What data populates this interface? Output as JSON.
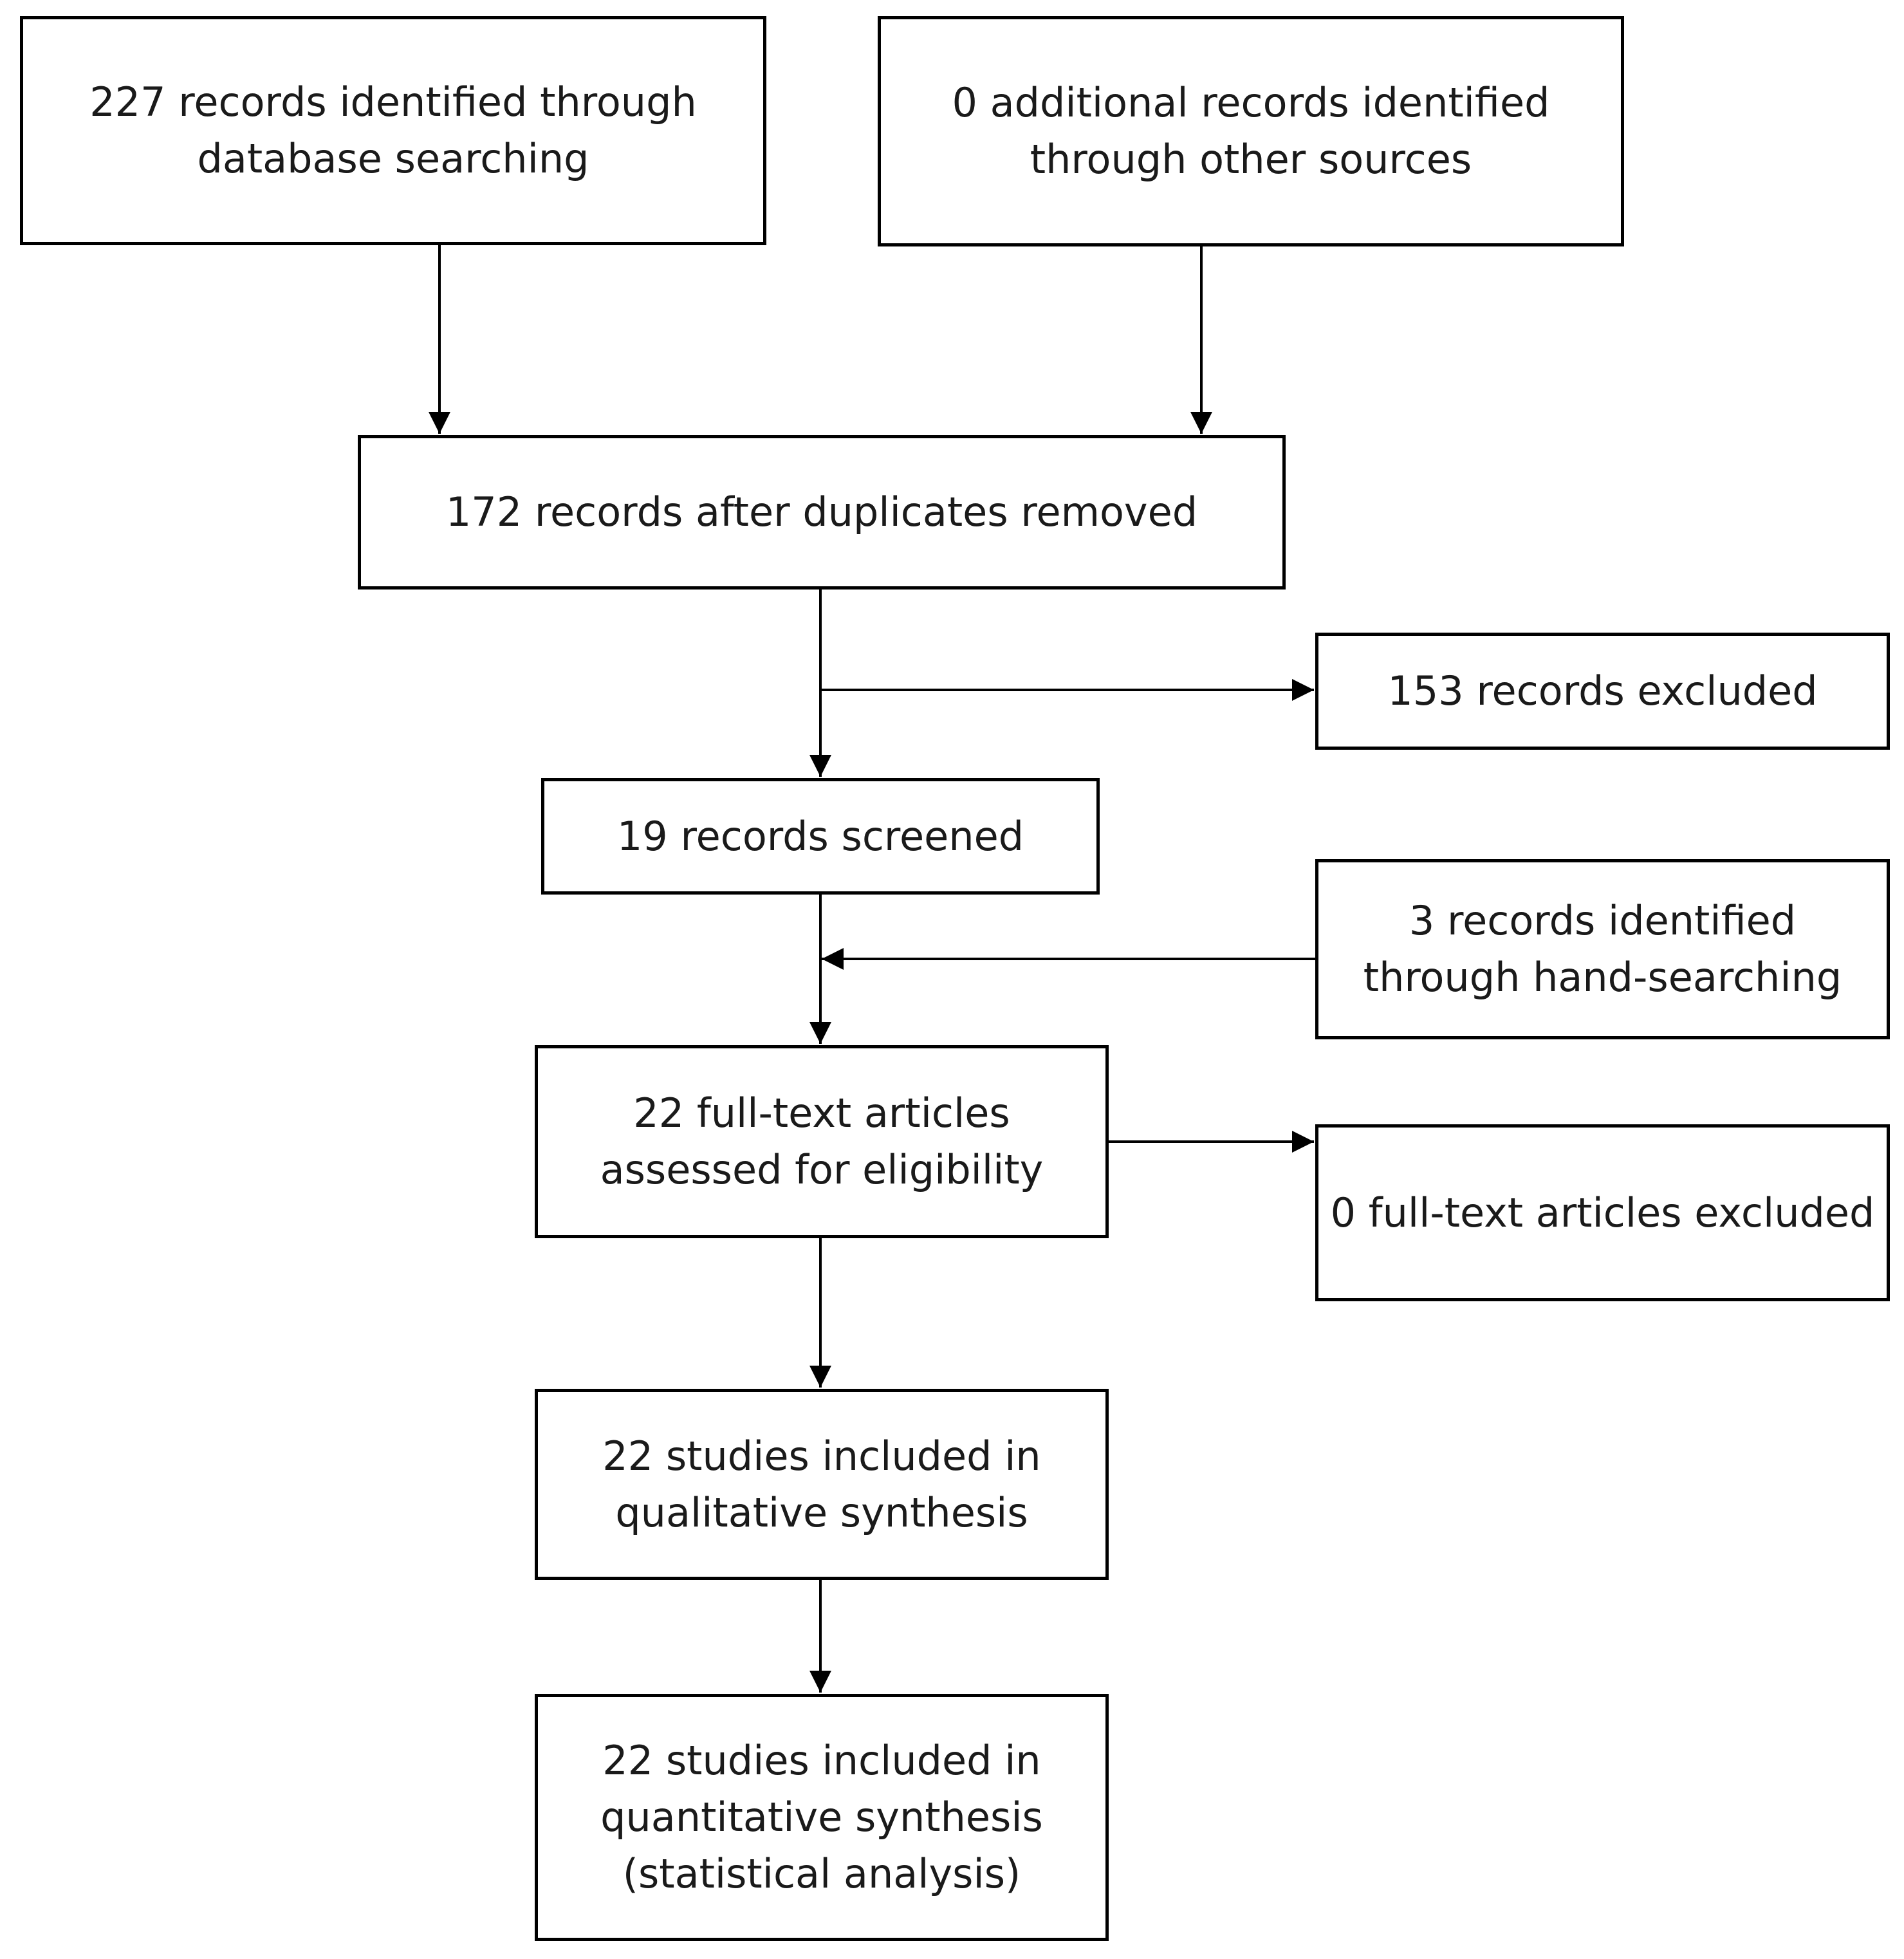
{
  "diagram": {
    "boxes": {
      "identified_db": {
        "lines": [
          "227 records identified through",
          "database searching"
        ]
      },
      "identified_other": {
        "lines": [
          "0  additional records identified",
          "through other sources"
        ]
      },
      "after_duplicates": {
        "lines": [
          "172 records after duplicates removed"
        ]
      },
      "records_excluded": {
        "lines": [
          "153 records excluded"
        ]
      },
      "records_screened": {
        "lines": [
          "19  records screened"
        ]
      },
      "hand_searching": {
        "lines": [
          "3  records identified",
          "through hand-searching"
        ]
      },
      "fulltext_assessed": {
        "lines": [
          "22  full-text articles",
          "assessed for eligibility"
        ]
      },
      "fulltext_excluded": {
        "lines": [
          "0 full-text articles excluded"
        ]
      },
      "qualitative": {
        "lines": [
          "22  studies included in",
          "qualitative synthesis"
        ]
      },
      "quantitative": {
        "lines": [
          "22  studies included in",
          "quantitative synthesis",
          "(statistical analysis)"
        ]
      }
    }
  }
}
